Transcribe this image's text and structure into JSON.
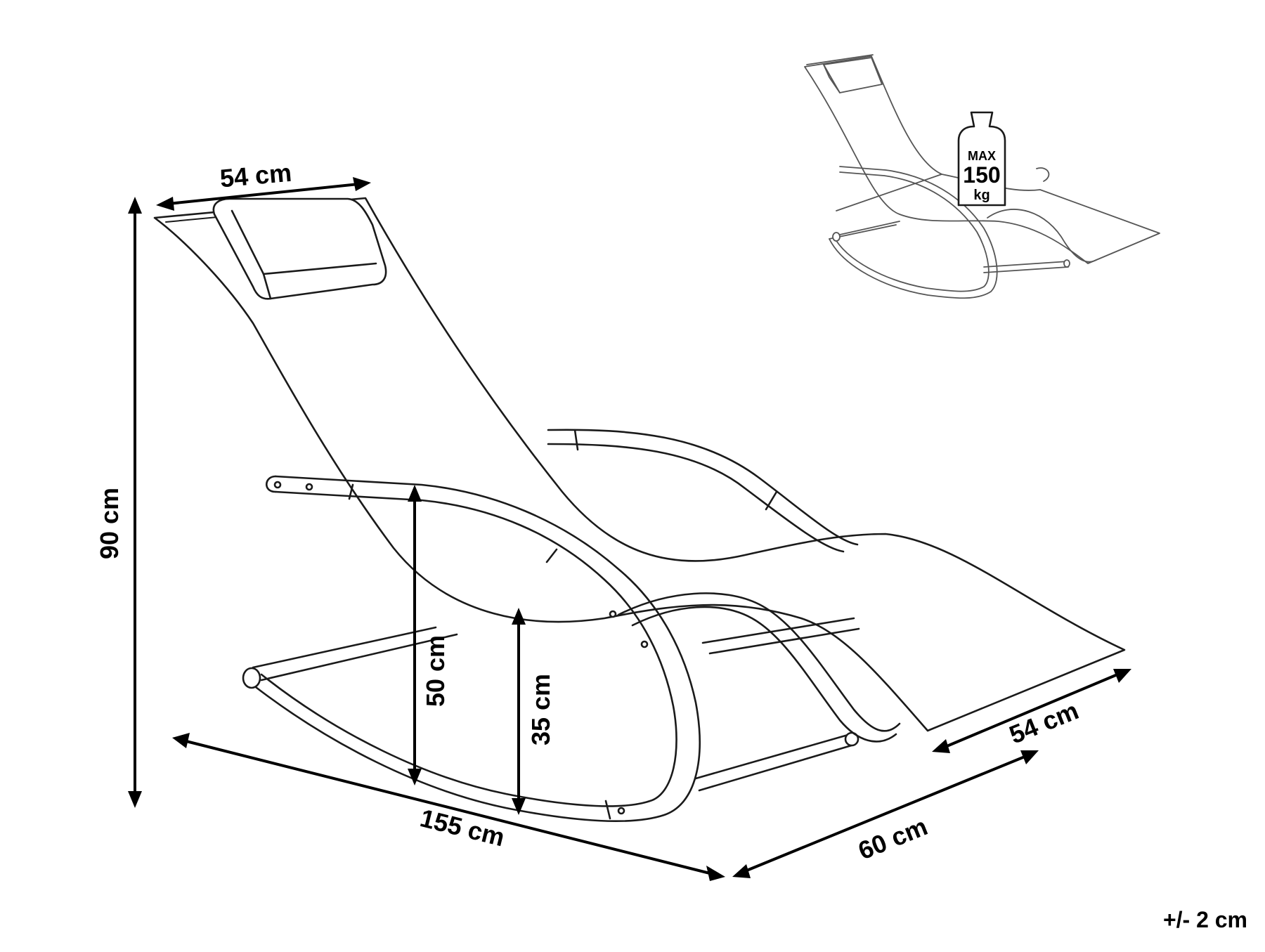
{
  "dimensions": {
    "backrest_width": "54 cm",
    "total_height": "90 cm",
    "seat_height": "50 cm",
    "lowest_height": "35 cm",
    "length": "155 cm",
    "depth": "60 cm",
    "footrest_width": "54 cm"
  },
  "tolerance": "+/- 2 cm",
  "max_load": {
    "label": "MAX",
    "value": "150",
    "unit": "kg"
  },
  "icons": [
    "weight-icon"
  ]
}
